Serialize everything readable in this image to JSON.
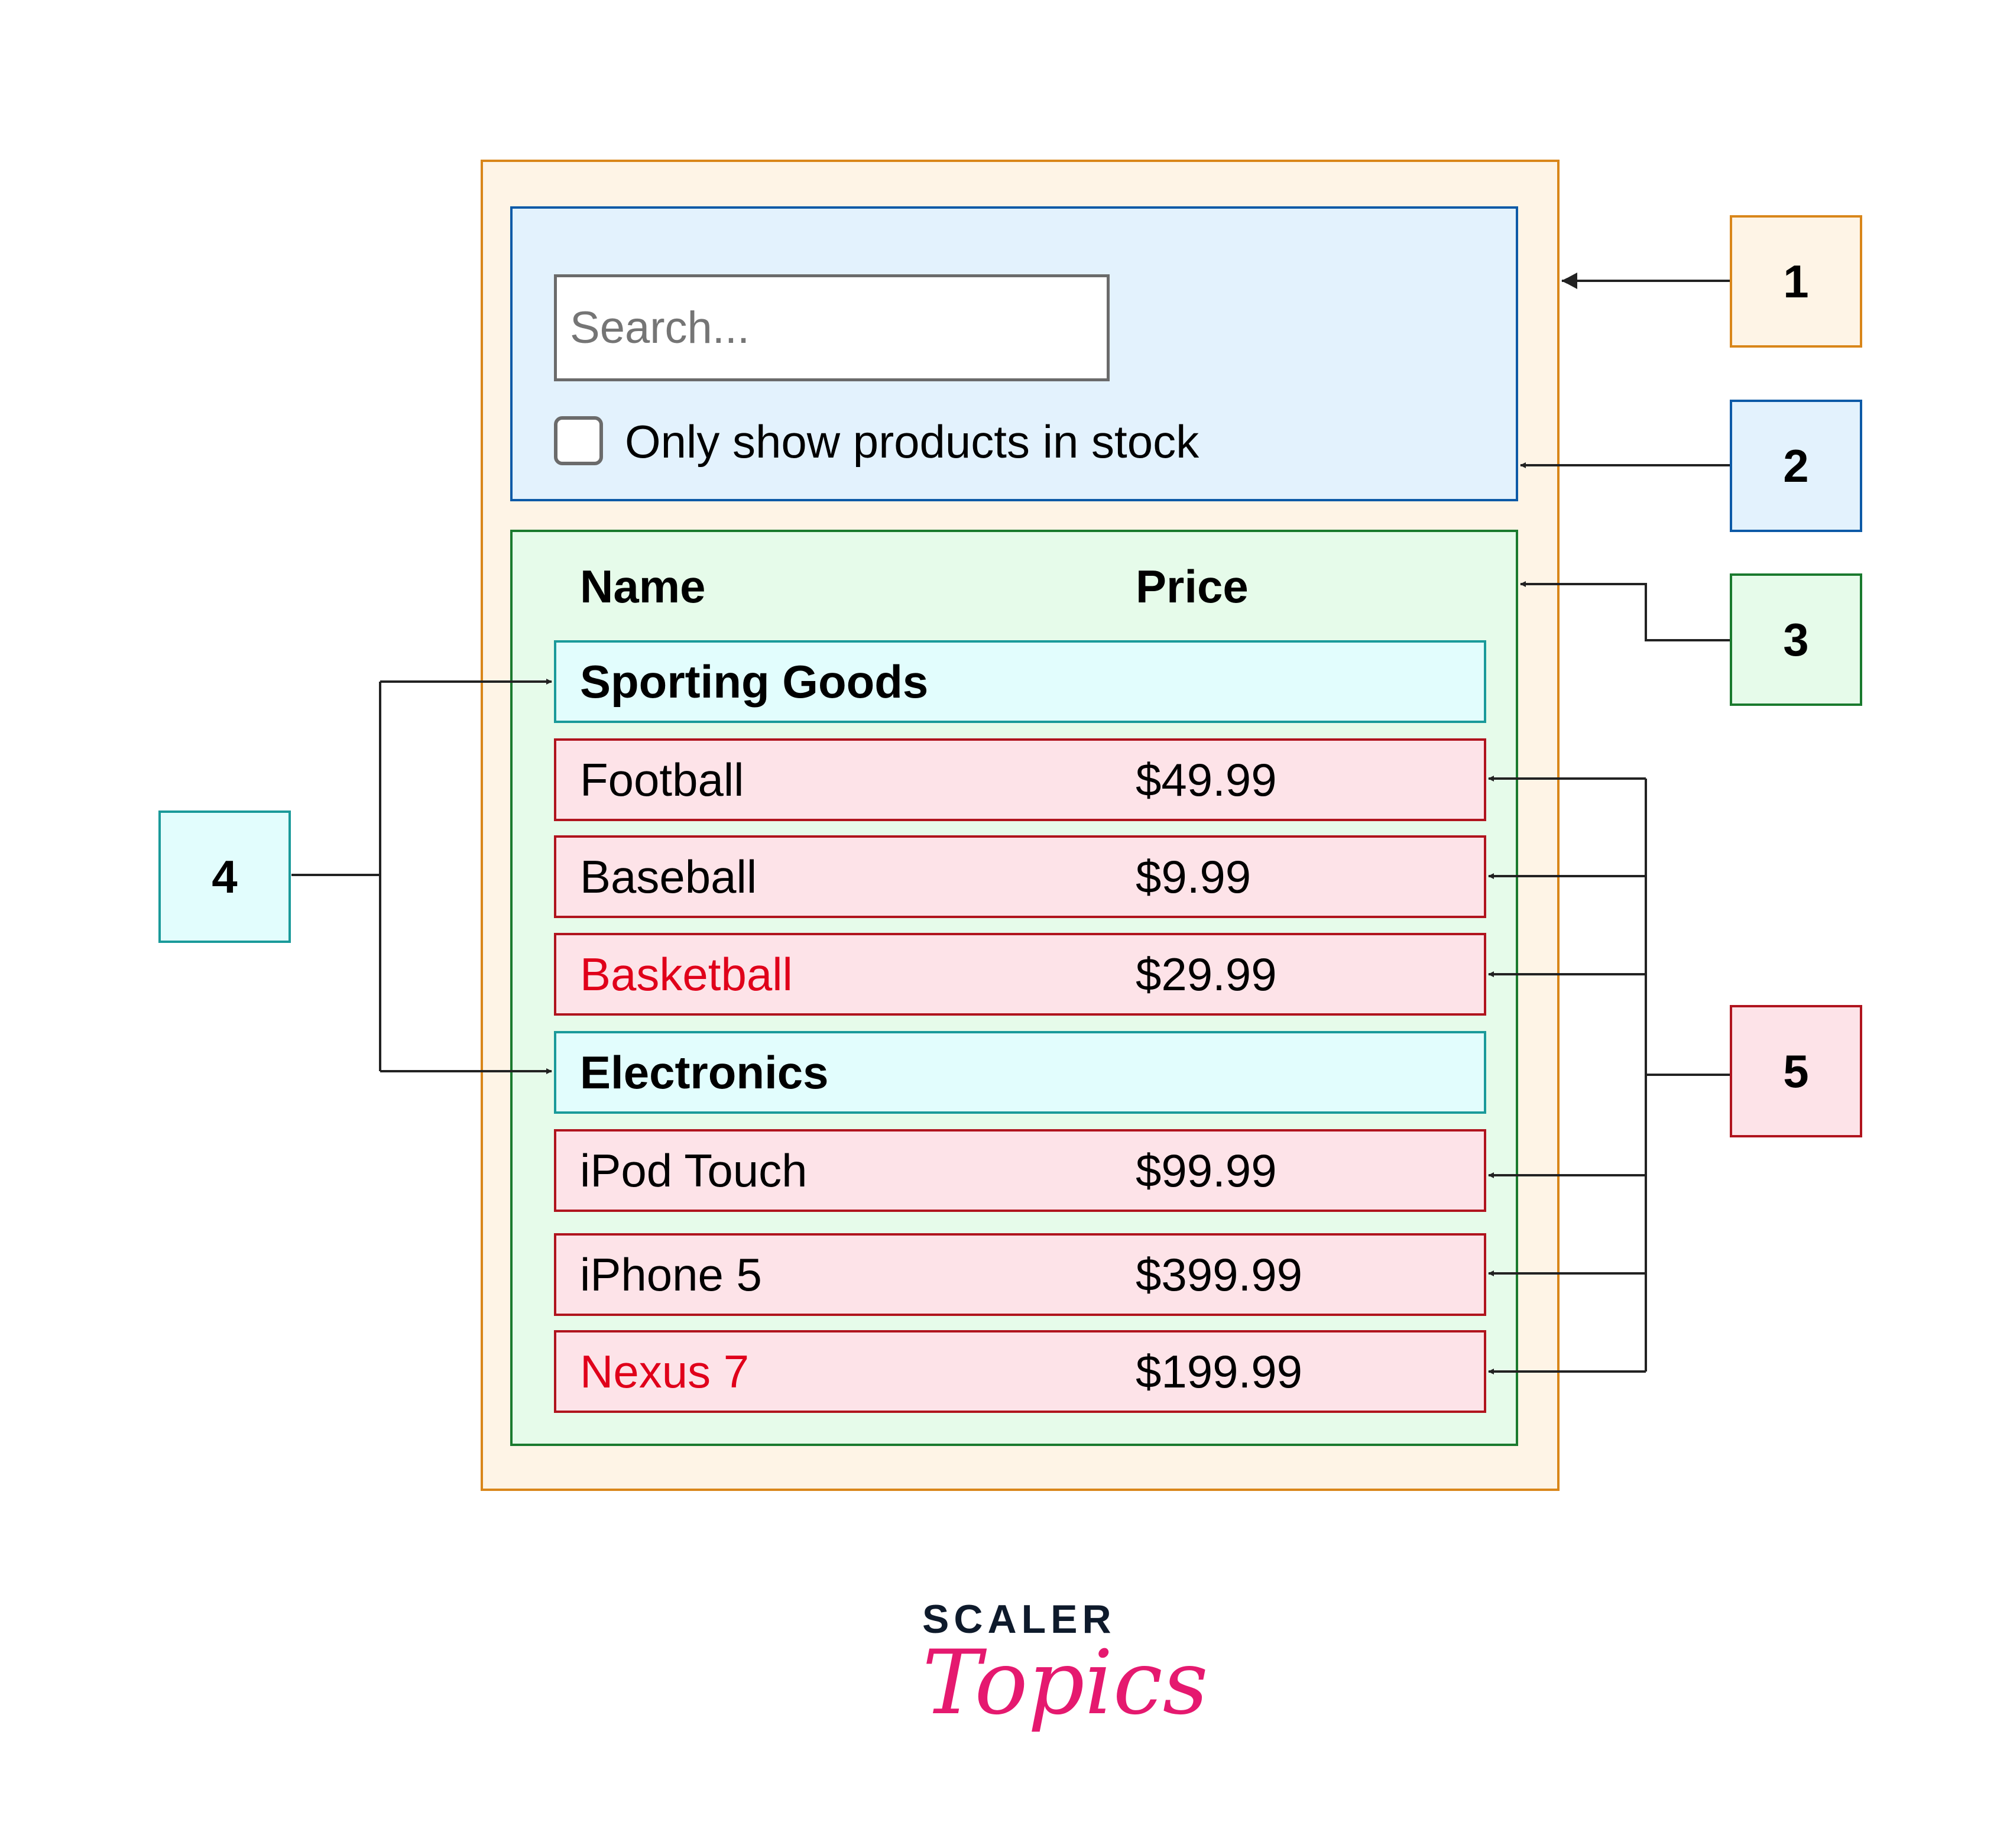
{
  "search": {
    "placeholder": "Search..."
  },
  "filter": {
    "label": "Only show products in stock",
    "checked": false
  },
  "table": {
    "headers": {
      "name": "Name",
      "price": "Price"
    },
    "rows": [
      {
        "type": "category",
        "name": "Sporting Goods"
      },
      {
        "type": "product",
        "name": "Football",
        "price": "$49.99",
        "in_stock": true
      },
      {
        "type": "product",
        "name": "Baseball",
        "price": "$9.99",
        "in_stock": true
      },
      {
        "type": "product",
        "name": "Basketball",
        "price": "$29.99",
        "in_stock": false
      },
      {
        "type": "category",
        "name": "Electronics"
      },
      {
        "type": "product",
        "name": "iPod Touch",
        "price": "$99.99",
        "in_stock": true
      },
      {
        "type": "product",
        "name": "iPhone 5",
        "price": "$399.99",
        "in_stock": true
      },
      {
        "type": "product",
        "name": "Nexus 7",
        "price": "$199.99",
        "in_stock": false
      }
    ]
  },
  "callouts": [
    "1",
    "2",
    "3",
    "4",
    "5"
  ],
  "colors": {
    "c1": "#d9861a",
    "c2": "#0d5aa7",
    "c3": "#1a7a2e",
    "c4": "#1a9a9a",
    "c5": "#b0141e",
    "out_of_stock": "#e0001a"
  },
  "logo": {
    "line1": "SCALER",
    "line2": "Topics"
  }
}
